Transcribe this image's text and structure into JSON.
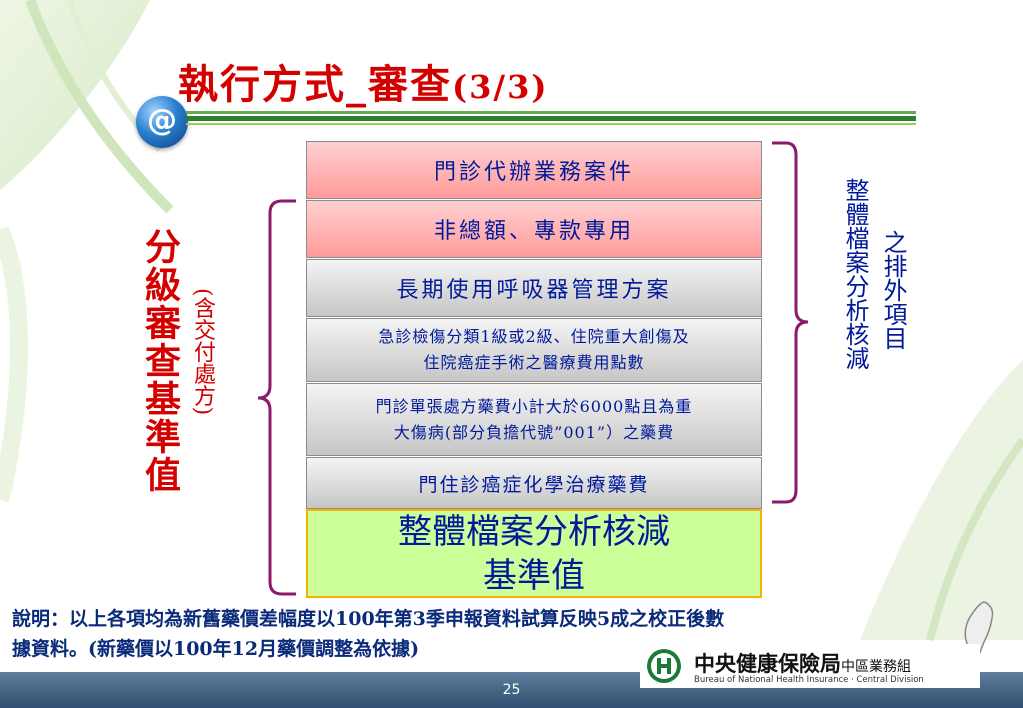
{
  "title": {
    "main": "執行方式_審查",
    "suffix": "(3/3)"
  },
  "at_icon": "@",
  "boxes": [
    {
      "text": "門診代辦業務案件"
    },
    {
      "text": "非總額、專款專用"
    },
    {
      "text": "長期使用呼吸器管理方案"
    },
    {
      "line1": "急診檢傷分類1級或2級、住院重大創傷及",
      "line2": "住院癌症手術之醫療費用點數"
    },
    {
      "line1": "門診單張處方藥費小計大於6000點且為重",
      "line2": "大傷病(部分負擔代號”001”）之藥費"
    },
    {
      "text": "門住診癌症化學治療藥費"
    },
    {
      "line1": "整體檔案分析核減",
      "line2": "基準值"
    }
  ],
  "left_label": {
    "main": "分級審查基準值",
    "sub": "(含交付處方)"
  },
  "right_label": {
    "part1": "整體檔案分析核減",
    "part2": "之排外項目"
  },
  "note": {
    "line1": "說明：以上各項均為新舊藥價差幅度以100年第3季申報資料試算反映5成之校正後數",
    "line2": "據資料。(新藥價以100年12月藥價調整為依據)"
  },
  "footer": {
    "page_number": "25",
    "org_name": "中央健康保險局",
    "org_division": "中區業務組",
    "org_name_en": "Bureau of National Health Insurance · Central Division"
  },
  "colors": {
    "title_red": "#d40000",
    "box_text_blue": "#001a99",
    "pink_box": "#ff9a9a",
    "gray_box": "#c6c6c6",
    "green_box": "#ccff99",
    "bracket_purple": "#8b1a6b"
  }
}
